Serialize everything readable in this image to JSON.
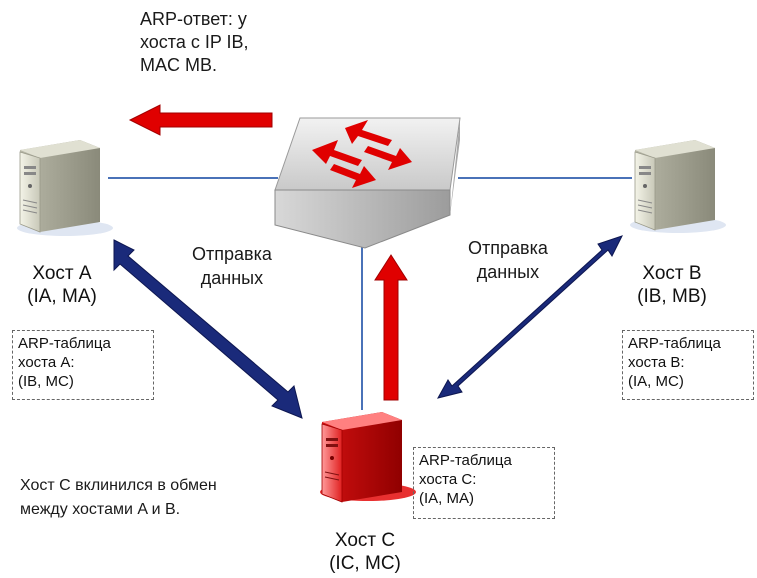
{
  "arp_response": {
    "lines": [
      "ARP-ответ: у",
      "хоста с IP IB,",
      "MAC MB."
    ]
  },
  "data_send_left": {
    "lines": [
      "Отправка",
      "данных"
    ]
  },
  "data_send_right": {
    "lines": [
      "Отправка",
      "данных"
    ]
  },
  "host_a": {
    "name": "Хост A",
    "addr": "(IA, MA)"
  },
  "host_b": {
    "name": "Хост B",
    "addr": "(IB, MB)"
  },
  "host_c": {
    "name": "Хост C",
    "addr": "(IC, MC)"
  },
  "arp_table_a": {
    "lines": [
      "ARP-таблица",
      "хоста A:",
      "(IB, MC)"
    ]
  },
  "arp_table_b": {
    "lines": [
      "ARP-таблица",
      "хоста B:",
      "(IA, MC)"
    ]
  },
  "arp_table_c": {
    "lines": [
      "ARP-таблица",
      "хоста C:",
      "(IA, MA)"
    ]
  },
  "note": {
    "lines": [
      "Хост C вклинился в обмен",
      "между хостами A и B."
    ]
  },
  "colors": {
    "link": "#4a72b8",
    "red_arrow": "#e00000",
    "blue_arrow": "#1a2a7a",
    "attacker": "#e83030"
  },
  "icons": [
    "switch-icon",
    "server-icon"
  ]
}
